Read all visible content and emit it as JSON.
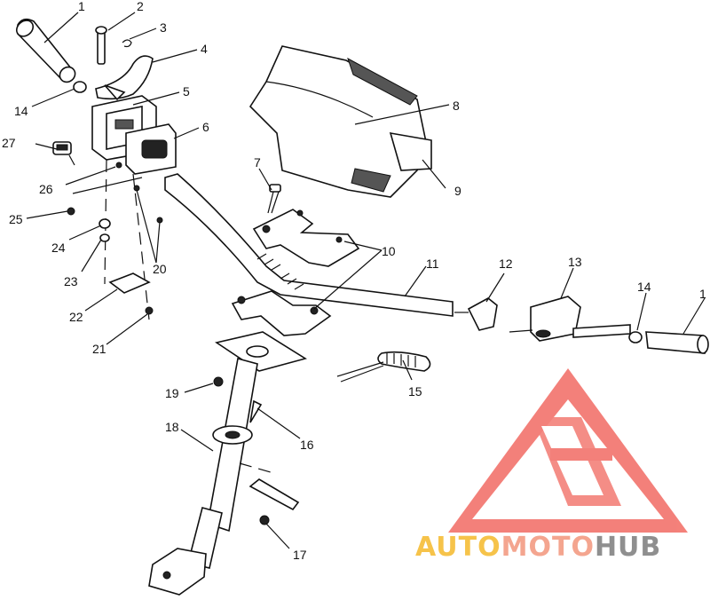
{
  "callouts": [
    {
      "id": "c1a",
      "text": "1"
    },
    {
      "id": "c2",
      "text": "2"
    },
    {
      "id": "c3",
      "text": "3"
    },
    {
      "id": "c4",
      "text": "4"
    },
    {
      "id": "c5",
      "text": "5"
    },
    {
      "id": "c6",
      "text": "6"
    },
    {
      "id": "c7",
      "text": "7"
    },
    {
      "id": "c8",
      "text": "8"
    },
    {
      "id": "c9",
      "text": "9"
    },
    {
      "id": "c10",
      "text": "10"
    },
    {
      "id": "c11",
      "text": "11"
    },
    {
      "id": "c12",
      "text": "12"
    },
    {
      "id": "c13",
      "text": "13"
    },
    {
      "id": "c14a",
      "text": "14"
    },
    {
      "id": "c14b",
      "text": "14"
    },
    {
      "id": "c15",
      "text": "15"
    },
    {
      "id": "c16",
      "text": "16"
    },
    {
      "id": "c17",
      "text": "17"
    },
    {
      "id": "c18",
      "text": "18"
    },
    {
      "id": "c19",
      "text": "19"
    },
    {
      "id": "c20",
      "text": "20"
    },
    {
      "id": "c21",
      "text": "21"
    },
    {
      "id": "c22",
      "text": "22"
    },
    {
      "id": "c23",
      "text": "23"
    },
    {
      "id": "c24",
      "text": "24"
    },
    {
      "id": "c25",
      "text": "25"
    },
    {
      "id": "c26",
      "text": "26"
    },
    {
      "id": "c27",
      "text": "27"
    },
    {
      "id": "c1b",
      "text": "1"
    }
  ],
  "watermark": {
    "auto": "AUTO",
    "moto": "MOTO",
    "hub": "HUB",
    "colors": {
      "auto": "#f6c34a",
      "moto": "#f4a58f",
      "hub": "#8f8f8f",
      "logo": "#f26b63"
    }
  }
}
